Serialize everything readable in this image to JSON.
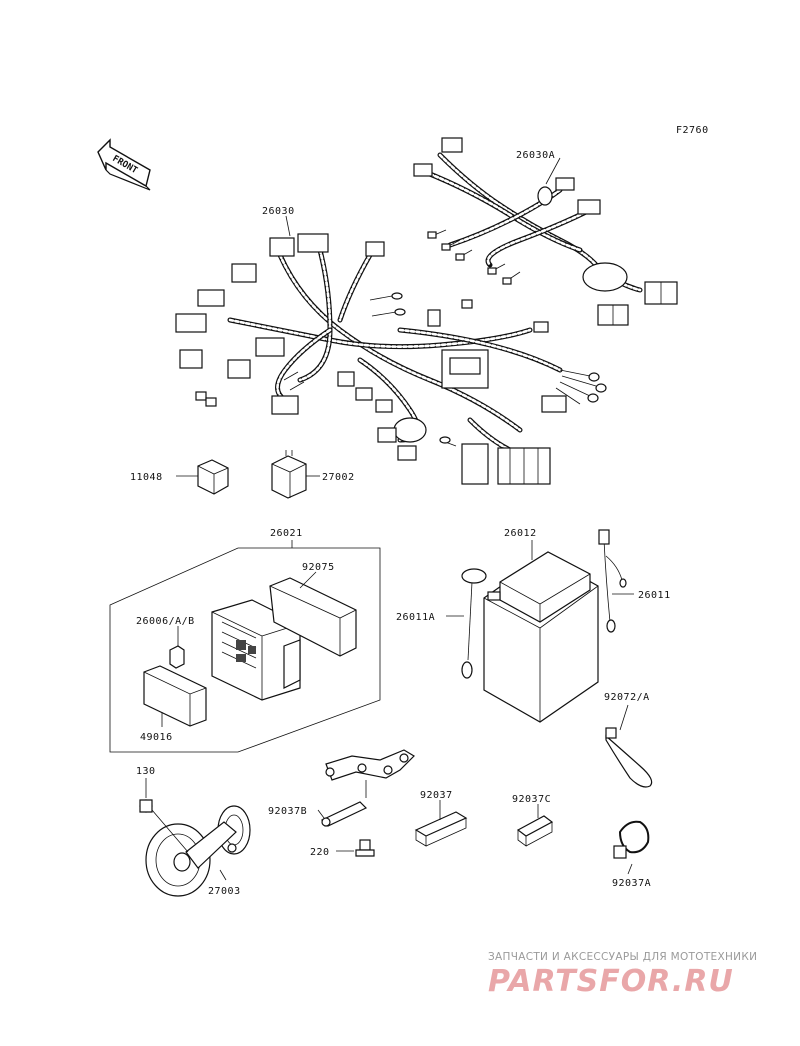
{
  "figure_code": "F2760",
  "front_arrow_label": "FRONT",
  "part_labels": {
    "p26030A": "26030A",
    "p26030": "26030",
    "p11048": "11048",
    "p27002": "27002",
    "p26021": "26021",
    "p92075": "92075",
    "p26006AB": "26006/A/B",
    "p49016": "49016",
    "p26012": "26012",
    "p26011A": "26011A",
    "p26011": "26011",
    "p92072A": "92072/A",
    "p130": "130",
    "p92037B": "92037B",
    "p92037": "92037",
    "p92037C": "92037C",
    "p220": "220",
    "p27003": "27003",
    "p92037A": "92037A"
  },
  "watermark": {
    "tagline": "ЗАПЧАСТИ И АКСЕССУАРЫ ДЛЯ МОТОТЕХНИКИ",
    "logo": "PARTSFOR.RU"
  },
  "colors": {
    "line": "#111111",
    "background": "#ffffff",
    "watermark_logo": "#e9a7a9",
    "watermark_text": "#9a9a9a"
  }
}
